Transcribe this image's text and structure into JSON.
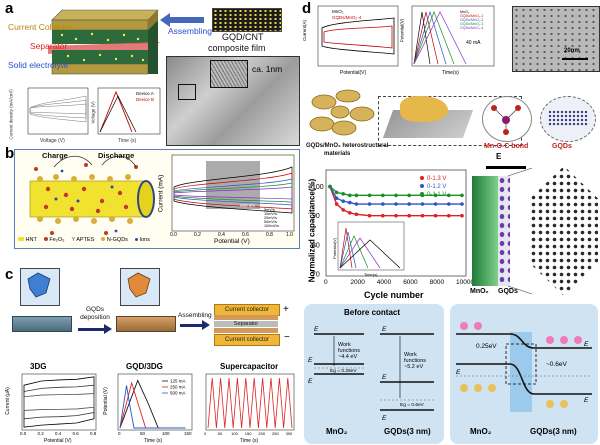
{
  "panel_a": {
    "label": "a",
    "layers": {
      "top": "Current Collector",
      "middle": "Separator",
      "bottom": "Solid electrolyte"
    },
    "arrow_label": "Assembling",
    "film_label_1": "GQD/CNT",
    "film_label_2": "composite film",
    "tem_annotation": "ca. 1nm",
    "cv_xlabel": "Voltage (V)",
    "cv_ylabel": "Current density (mA/cm²)",
    "gcd_ylabel": "Voltage (V)",
    "gcd_xlabel": "Time (s)",
    "gcd_legend": [
      "Device A",
      "Device B"
    ]
  },
  "panel_b": {
    "label": "b",
    "charge": "Charge",
    "discharge": "Discharge",
    "legend": [
      "HNT",
      "Fe₂O₃",
      "APTES",
      "N-GQDs",
      "Ions"
    ],
    "xlabel": "Potential (V)",
    "ylabel": "Current (mA)",
    "xticks": [
      "0.0",
      "0.2",
      "0.4",
      "0.6",
      "0.8",
      "1.0"
    ],
    "scan_legend": [
      "5mV/s",
      "10mV/s",
      "20mV/s",
      "50mV/s",
      "100mV/s",
      "200mV/s"
    ],
    "scale": "500 nm"
  },
  "panel_c": {
    "label": "c",
    "arrow1": "GQDs deposition",
    "arrow2": "Assembling",
    "collector_top": "Current collector",
    "separator": "Separator",
    "collector_bottom": "Current collector",
    "plot1_title": "3DG",
    "plot2_title": "GQD/3DG",
    "plot3_title": "Supercapacitor",
    "plot1_ylabel": "Current (μA)",
    "plot1_xlabel": "Potential (V)",
    "plot2_ylabel": "Potential (V)",
    "plot2_xlabel": "Time (s)",
    "plot3_xlabel": "Time (s)",
    "plot2_legend": [
      "125 mA",
      "250 mA",
      "500 mA"
    ],
    "plot1_xticks": [
      "0.0",
      "0.2",
      "0.4",
      "0.6",
      "0.8"
    ],
    "plot2_xticks": [
      "0",
      "50",
      "100",
      "150"
    ],
    "plot3_xticks": [
      "0",
      "50",
      "100",
      "150",
      "200",
      "250",
      "300"
    ]
  },
  "panel_d": {
    "label": "d",
    "cv_legend": [
      "MnO₂",
      "GQDs/MnO₂-4"
    ],
    "cv_xlabel": "Potential(V)",
    "cv_ylabel": "Current(A)",
    "gcd_legend": [
      "MnO₂",
      "GQDs/MnO₂-1",
      "GQDs/MnO₂-2",
      "GQDs/MnO₂-3",
      "GQDs/MnO₂-4"
    ],
    "gcd_annotation": "40 mA",
    "gcd_ylabel": "Potential(V)",
    "gcd_xlabel": "Time(s)",
    "tem_scale": "20nm",
    "hetero_label_1": "GQDs/MnO₂ heterostructural",
    "hetero_label_2": "materials",
    "bond_label": "Mn-O-C bond",
    "gqds_label": "GQDs",
    "retention_ylabel": "Normalized capacitance(%)",
    "retention_xlabel": "Cycle number",
    "retention_legend": [
      "0-1.3 V",
      "0-1.2 V",
      "0-1.1 V"
    ],
    "retention_xticks": [
      "0",
      "2000",
      "4000",
      "6000",
      "8000",
      "10000"
    ],
    "retention_yticks": [
      "70",
      "80",
      "90",
      "100"
    ],
    "inset_xlabel": "Time(s)",
    "inset_ylabel": "Potential(V)",
    "bottom_mno2": "MnO₂",
    "bottom_gqds": "GQDs",
    "field_label": "E",
    "band_before_title": "Before contact",
    "band_left_label": "MnO₂",
    "band_right_label": "GQDs(3 nm)",
    "band_after_left": "MnO₂",
    "band_after_right": "GQDs(3 nm)",
    "evac": "E",
    "ec": "E",
    "ef": "E",
    "ev": "E",
    "wf_left_1": "Work",
    "wf_left_2": "functions",
    "wf_left_3": "~4.4 eV",
    "wf_right_1": "Work",
    "wf_right_2": "functions",
    "wf_right_3": "~5.2 eV",
    "eg_left": "Eg = 0.26eV",
    "eg_right": "Eg = 0.6eV",
    "barrier_1": "0.25eV",
    "barrier_2": "~0.6eV"
  },
  "chart_data": [
    {
      "type": "line",
      "title": "3DG",
      "ylabel": "Current (μA)",
      "xlabel": "Potential (V)",
      "xlim": [
        0,
        0.8
      ],
      "x": [
        0.0,
        0.2,
        0.4,
        0.6,
        0.8
      ],
      "series": [
        {
          "values_upper": [
            8,
            10,
            10.5,
            10.8,
            12
          ],
          "values_lower": [
            -12,
            -11,
            -10.5,
            -10,
            -8
          ]
        },
        {
          "values_upper": [
            5,
            6.5,
            7,
            7.2,
            8
          ],
          "values_lower": [
            -8,
            -7.2,
            -7,
            -6.5,
            -5
          ]
        },
        {
          "values_upper": [
            2.5,
            3.3,
            3.5,
            3.6,
            4
          ],
          "values_lower": [
            -4,
            -3.6,
            -3.5,
            -3.3,
            -2.5
          ]
        }
      ]
    },
    {
      "type": "line",
      "title": "GQD/3DG",
      "ylabel": "Potential (V)",
      "xlabel": "Time (s)",
      "xlim": [
        0,
        150
      ],
      "ylim": [
        0,
        1
      ],
      "series": [
        {
          "name": "125 mA",
          "x": [
            0,
            38,
            60,
            82,
            140
          ],
          "values": [
            0,
            0.95,
            0.5,
            0.0,
            0.0
          ]
        },
        {
          "name": "250 mA",
          "x": [
            0,
            25,
            40,
            55,
            140
          ],
          "values": [
            0,
            0.9,
            0.45,
            0.0,
            0.0
          ]
        },
        {
          "name": "500 mA",
          "x": [
            0,
            14,
            22,
            30,
            140
          ],
          "values": [
            0,
            0.85,
            0.4,
            0.0,
            0.0
          ]
        }
      ]
    },
    {
      "type": "line",
      "title": "Supercapacitor",
      "xlabel": "Time (s)",
      "xlim": [
        0,
        300
      ],
      "ylim": [
        0,
        1
      ],
      "series": [
        {
          "x": [
            0,
            15,
            30,
            45,
            60,
            75,
            90,
            105,
            120,
            135,
            150,
            165,
            180,
            195,
            210,
            225,
            240,
            255,
            270,
            285,
            300
          ],
          "values": [
            0,
            1,
            0,
            1,
            0,
            1,
            0,
            1,
            0,
            1,
            0,
            1,
            0,
            1,
            0,
            1,
            0,
            1,
            0,
            1,
            0
          ]
        }
      ]
    },
    {
      "type": "scatter",
      "ylabel": "Normalized capacitance(%)",
      "xlabel": "Cycle number",
      "xlim": [
        0,
        10000
      ],
      "ylim": [
        70,
        105
      ],
      "x": [
        0,
        500,
        1000,
        1500,
        2000,
        3000,
        4000,
        5000,
        6000,
        7000,
        8000,
        9000,
        10000
      ],
      "series": [
        {
          "name": "0-1.3 V",
          "values": [
            100,
            94,
            92,
            91,
            90.5,
            90,
            90,
            90,
            90,
            90,
            90,
            90,
            90
          ]
        },
        {
          "name": "0-1.2 V",
          "values": [
            100,
            96,
            95,
            94.5,
            94,
            94,
            94,
            94,
            94,
            94,
            94,
            94,
            94
          ]
        },
        {
          "name": "0-1.1 V",
          "values": [
            100,
            98,
            97.5,
            97,
            97,
            97,
            97,
            97,
            97,
            97,
            97,
            97,
            97
          ]
        }
      ]
    }
  ]
}
